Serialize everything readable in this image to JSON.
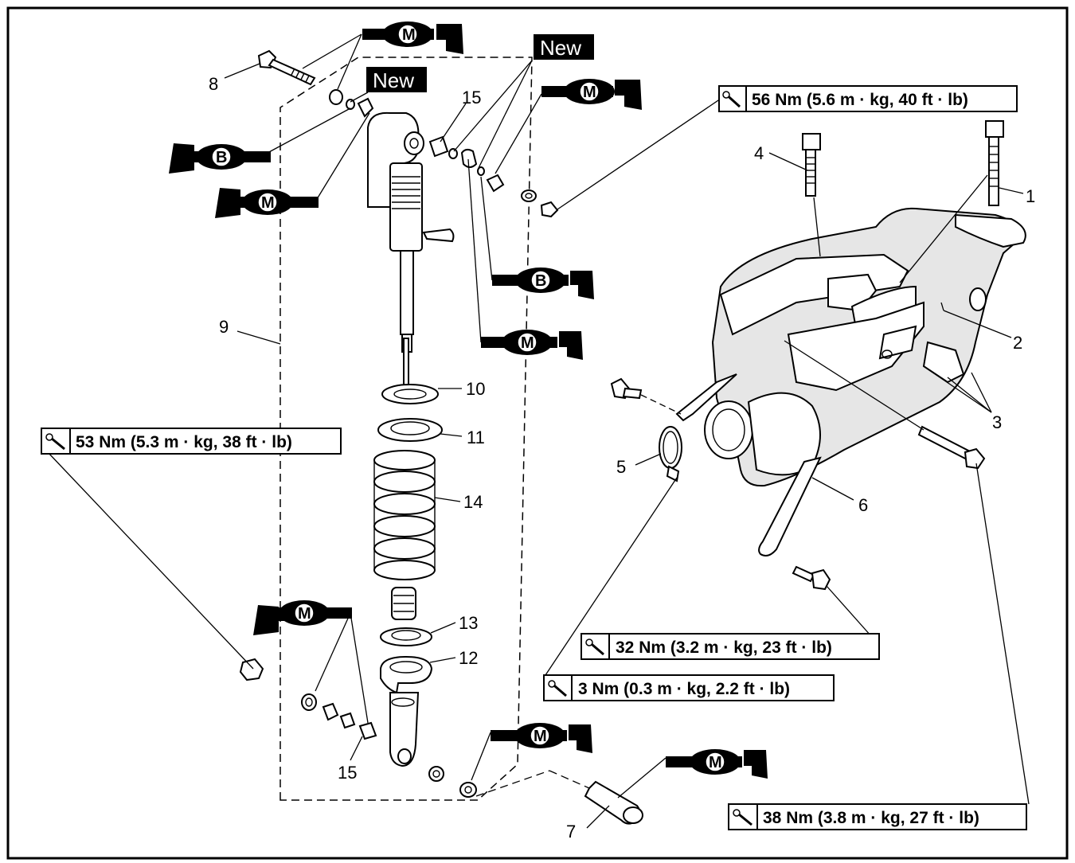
{
  "callouts": {
    "c1": "1",
    "c2": "2",
    "c3": "3",
    "c4": "4",
    "c5": "5",
    "c6": "6",
    "c7": "7",
    "c8": "8",
    "c9": "9",
    "c10": "10",
    "c11": "11",
    "c12": "12",
    "c13": "13",
    "c14": "14",
    "c15_top": "15",
    "c15_bottom": "15"
  },
  "new_labels": {
    "top_center": "New",
    "top_left": "New"
  },
  "torque_specs": {
    "t56": "56 Nm (5.6 m · kg, 40 ft · lb)",
    "t53": "53 Nm (5.3 m · kg, 38 ft · lb)",
    "t32": "32 Nm (3.2 m · kg, 23 ft · lb)",
    "t3": "3 Nm (0.3 m · kg, 2.2 ft · lb)",
    "t38": "38 Nm (3.8 m · kg, 27 ft · lb)"
  },
  "lube_symbols": {
    "m1": "M",
    "m2": "M",
    "m3": "M",
    "m4": "M",
    "m5": "M",
    "m6": "M",
    "m7": "M",
    "b1": "B",
    "b2": "B"
  },
  "icons": {
    "torque": "torque-wrench-icon",
    "lube_m": "molybdenum-grease-icon",
    "lube_b": "bearing-grease-icon"
  },
  "colors": {
    "line": "#000000",
    "background": "#ffffff",
    "new_badge": "#000000"
  }
}
